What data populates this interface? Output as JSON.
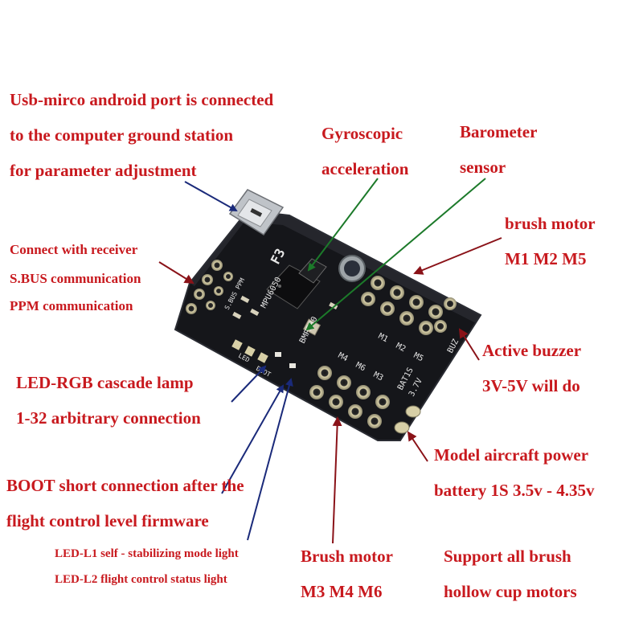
{
  "labels": {
    "usb": [
      "Usb-mirco android port is connected",
      "to the computer ground station",
      "for parameter adjustment"
    ],
    "gyro": [
      "Gyroscopic",
      "acceleration"
    ],
    "baro": [
      "Barometer",
      "sensor"
    ],
    "brush_top": [
      "brush motor",
      "M1 M2 M5"
    ],
    "receiver": [
      "Connect with receiver",
      "S.BUS communication",
      "PPM communication"
    ],
    "buzzer": [
      "Active buzzer",
      "3V-5V will do"
    ],
    "led_rgb": [
      "LED-RGB cascade lamp",
      "1-32 arbitrary connection"
    ],
    "power": [
      "Model aircraft power",
      "battery 1S 3.5v - 4.35v"
    ],
    "boot": [
      "BOOT short connection after the",
      "flight control level firmware"
    ],
    "led_l": [
      "LED-L1 self - stabilizing mode light",
      "LED-L2 flight control status light"
    ],
    "brush_bottom": [
      "Brush motor",
      "M3 M4 M6"
    ],
    "support": [
      "Support all brush",
      "hollow cup motors"
    ]
  },
  "board": {
    "silkscreen": [
      "F3",
      "MPU6050",
      "BMP280",
      "M1",
      "M2",
      "M5",
      "M4",
      "M6",
      "M3",
      "BAT1S",
      "3.7V",
      "BUZ",
      "BOOT",
      "S.BUS PPM",
      "LED"
    ]
  },
  "colors": {
    "label_red": "#c8191e",
    "arrow_navy": "#1a2a7a",
    "arrow_green": "#1c7a2a",
    "arrow_darkred": "#8a1218",
    "board_black": "#15161a"
  }
}
